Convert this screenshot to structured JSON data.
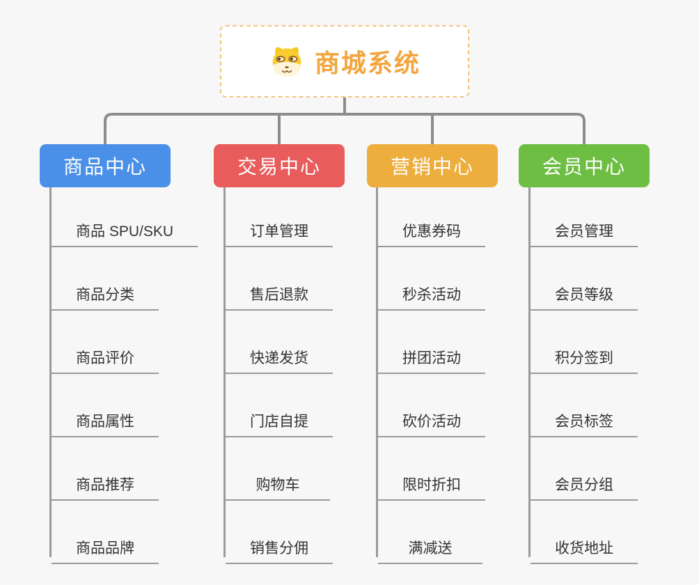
{
  "root": {
    "title": "商城系统",
    "icon": "shiba-dog-face-icon"
  },
  "branches": [
    {
      "label": "商品中心",
      "color": "#4b90e8",
      "items": [
        "商品 SPU/SKU",
        "商品分类",
        "商品评价",
        "商品属性",
        "商品推荐",
        "商品品牌"
      ]
    },
    {
      "label": "交易中心",
      "color": "#e85c5c",
      "items": [
        "订单管理",
        "售后退款",
        "快递发货",
        "门店自提",
        "购物车",
        "销售分佣"
      ]
    },
    {
      "label": "营销中心",
      "color": "#edae3d",
      "items": [
        "优惠券码",
        "秒杀活动",
        "拼团活动",
        "砍价活动",
        "限时折扣",
        "满减送"
      ]
    },
    {
      "label": "会员中心",
      "color": "#6ebe44",
      "items": [
        "会员管理",
        "会员等级",
        "积分签到",
        "会员标签",
        "会员分组",
        "收货地址"
      ]
    }
  ],
  "colors": {
    "connector": "#8c8c8c",
    "leaf_line": "#9a9a9a",
    "root_border": "#f2c382",
    "root_title": "#f2a640",
    "background": "#f7f7f7",
    "leaf_text": "#333333"
  }
}
